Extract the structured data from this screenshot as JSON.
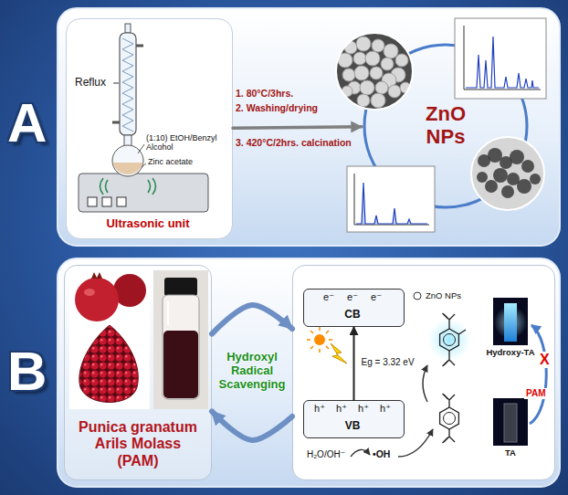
{
  "diagram": {
    "nodes": [
      {
        "text": [
          "A"
        ]
      },
      {
        "text": [
          "Reflux",
          "(1:10) EtOH/Benzyl Alcohol",
          "Zinc acetate",
          "Ultrasonic unit"
        ],
        "in": 0
      },
      {
        "text": [
          "ZnO NPs"
        ],
        "in": 0
      },
      {
        "text": [
          "B"
        ]
      },
      {
        "text": [
          "Punica granatum Arils Molass (PAM)"
        ],
        "in": 3
      },
      {
        "text": [
          "Hydroxy-TA",
          "TA",
          "X",
          "PAM",
          "H₂O/OH⁻",
          "•OH"
        ],
        "in": 3
      },
      {
        "text": [
          "e⁻",
          "e⁻",
          "e⁻",
          "CB"
        ],
        "in": 5
      },
      {
        "text": [
          "h⁺",
          "h⁺",
          "h⁺",
          "h⁺",
          "VB"
        ],
        "in": 5
      }
    ],
    "edges": [
      {
        "from": 1,
        "to": 2,
        "arrow": "to"
      },
      {
        "from": 4,
        "to": 5,
        "arrow": "to"
      },
      {
        "from": 5,
        "to": 4,
        "arrow": "to"
      },
      {
        "from": 7,
        "to": 6,
        "label": "Eg = 3.32 eV",
        "arrow": "to"
      }
    ],
    "labels": [
      "1. 80°C/3hrs.",
      "2. Washing/drying",
      "3. 420°C/2hrs. calcination",
      "Hydroxyl Radical Scavenging"
    ],
    "legend": [
      {
        "text": "ZnO NPs"
      }
    ]
  }
}
